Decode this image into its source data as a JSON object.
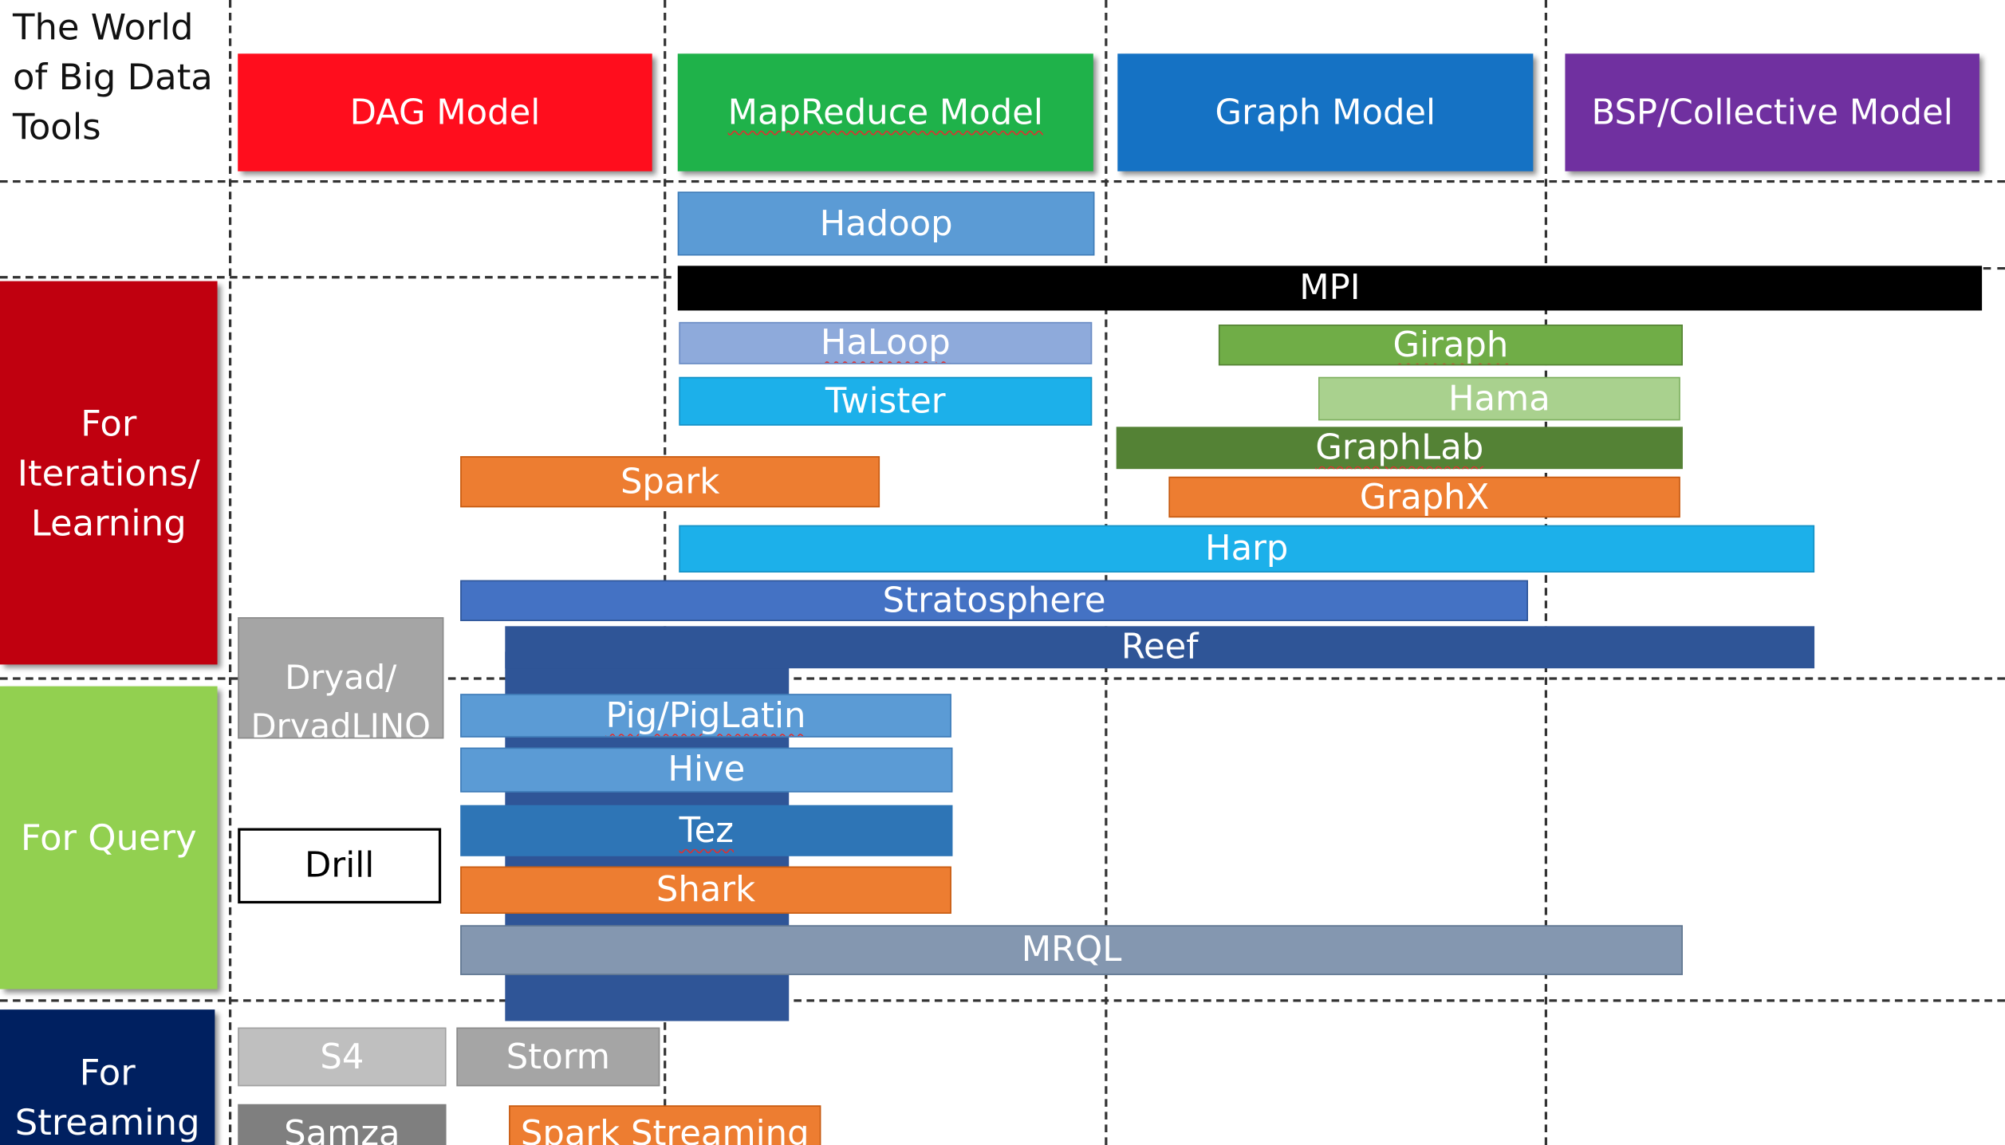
{
  "title": "The World\nof Big Data\nTools",
  "models": {
    "dag": "DAG Model",
    "mapreduce": "MapReduce Model",
    "graph": "Graph Model",
    "bsp": "BSP/Collective Model"
  },
  "categories": {
    "iterations": "For\nIterations/\nLearning",
    "query": "For Query",
    "streaming": "For\nStreaming"
  },
  "tools": {
    "hadoop": "Hadoop",
    "mpi": "MPI",
    "haloop": "HaLoop",
    "twister": "Twister",
    "giraph": "Giraph",
    "hama": "Hama",
    "graphlab": "GraphLab",
    "spark": "Spark",
    "graphx": "GraphX",
    "harp": "Harp",
    "stratosphere": "Stratosphere",
    "dryad": "Dryad/\nDryadLINQ",
    "reef": "Reef",
    "pig": "Pig/PigLatin",
    "hive": "Hive",
    "drill": "Drill",
    "tez": "Tez",
    "shark": "Shark",
    "mrql": "MRQL",
    "s4": "S4",
    "storm": "Storm",
    "samza": "Samza",
    "spark_streaming": "Spark Streaming"
  },
  "colors": {
    "dag": "#ff0d1d",
    "mapreduce": "#1fb24a",
    "graph": "#1572c4",
    "bsp": "#7030a0",
    "iterations": "#c0000f",
    "query": "#92d050",
    "streaming": "#002060",
    "hadoop": "#5b9bd5",
    "mpi": "#000000",
    "haloop": "#8eaadb",
    "twister": "#1cb0ea",
    "giraph": "#70ad47",
    "hama": "#a9d18e",
    "graphlab": "#548235",
    "spark": "#ed7d31",
    "harp": "#1cb0ea",
    "stratosphere": "#4472c4",
    "reef": "#2f5597",
    "pig": "#5b9bd5",
    "tez": "#2e75b6",
    "mrql": "#8497b0",
    "dryad": "#a5a5a5",
    "s4": "#bfbfbf",
    "storm": "#a5a5a5",
    "samza": "#7f7f7f"
  }
}
